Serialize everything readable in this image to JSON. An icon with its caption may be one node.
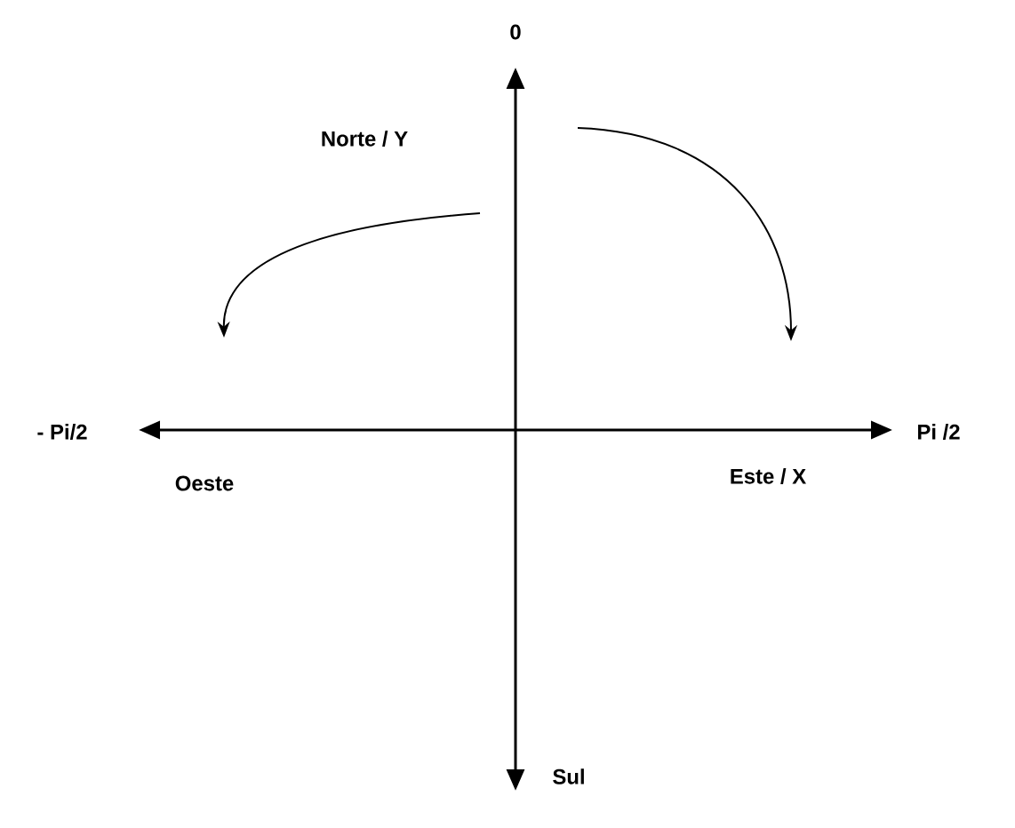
{
  "diagram": {
    "labels": [
      "0",
      "Norte / Y",
      "- Pi/2",
      "Pi /2",
      "Oeste",
      "Este / X",
      "Sul"
    ]
  }
}
